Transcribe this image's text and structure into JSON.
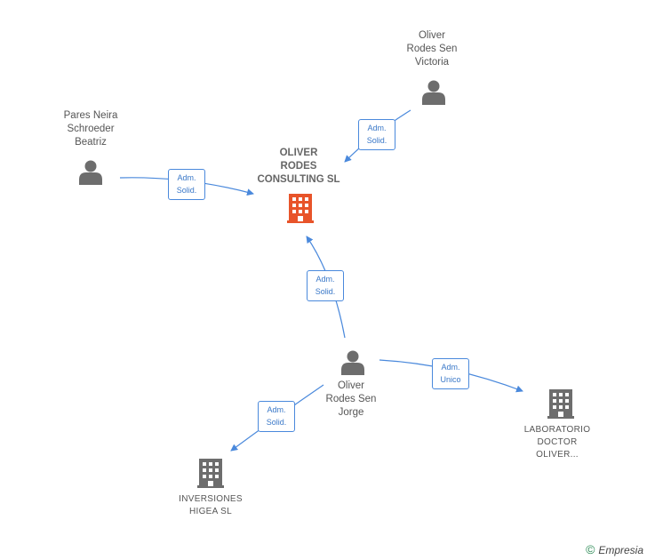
{
  "colors": {
    "edge": "#4a89dc",
    "person": "#6d6d6d",
    "company": "#6d6d6d",
    "main_company": "#e8542a"
  },
  "nodes": [
    {
      "id": "pares",
      "type": "person",
      "label": "Pares Neira\nSchroeder\nBeatriz"
    },
    {
      "id": "victoria",
      "type": "person",
      "label": "Oliver\nRodes Sen\nVictoria"
    },
    {
      "id": "main",
      "type": "company",
      "main": true,
      "label": "OLIVER\nRODES\nCONSULTING SL"
    },
    {
      "id": "jorge",
      "type": "person",
      "label": "Oliver\nRodes Sen\nJorge"
    },
    {
      "id": "lab",
      "type": "company",
      "label": "LABORATORIO\nDOCTOR\nOLIVER..."
    },
    {
      "id": "higea",
      "type": "company",
      "label": "INVERSIONES\nHIGEA SL"
    }
  ],
  "edges": [
    {
      "id": "pares-main",
      "label": "Adm.\nSolid."
    },
    {
      "id": "victoria-main",
      "label": "Adm.\nSolid."
    },
    {
      "id": "jorge-main",
      "label": "Adm.\nSolid."
    },
    {
      "id": "jorge-lab",
      "label": "Adm.\nUnico"
    },
    {
      "id": "jorge-higea",
      "label": "Adm.\nSolid."
    }
  ],
  "footer": {
    "copyright": "©",
    "brand": "Empresia"
  }
}
